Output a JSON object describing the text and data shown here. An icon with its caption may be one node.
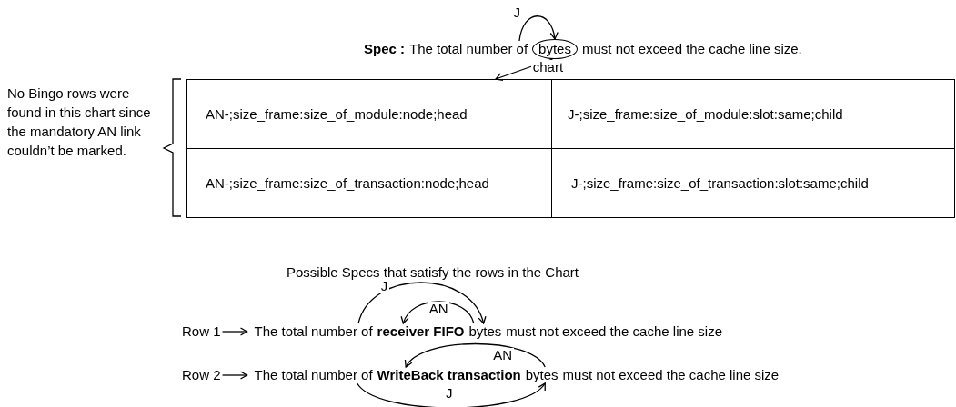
{
  "diagram": {
    "nodes": [
      {
        "text": [
          "The total number of"
        ]
      },
      {
        "text": [
          "bytes"
        ]
      },
      {
        "text": [
          "AN-;size_frame:size_of_module:node;head",
          "J-;size_frame:size_of_module:slot:same;child",
          "AN-;size_frame:size_of_transaction:node;head",
          "J-;size_frame:size_of_transaction:slot:same;child"
        ]
      },
      {
        "text": [
          "Row 1"
        ]
      },
      {
        "text": [
          "The total number of"
        ]
      },
      {
        "text": [
          "receiver FIFO"
        ]
      },
      {
        "text": [
          "bytes"
        ]
      },
      {
        "text": [
          "Row 2"
        ]
      },
      {
        "text": [
          "The total number of"
        ]
      },
      {
        "text": [
          "WriteBack transaction"
        ]
      },
      {
        "text": [
          "bytes"
        ]
      }
    ],
    "edges": [
      {
        "from": 0,
        "to": 1,
        "arrow": "to",
        "label": "J"
      },
      {
        "from": 1,
        "to": 2,
        "arrow": "to",
        "label": "chart"
      },
      {
        "from": 3,
        "to": 4,
        "arrow": "to"
      },
      {
        "from": 4,
        "to": 6,
        "arrow": "to",
        "label": "J"
      },
      {
        "from": 6,
        "to": 5,
        "arrow": "to",
        "label": "AN"
      },
      {
        "from": 7,
        "to": 8,
        "arrow": "to"
      },
      {
        "from": 10,
        "to": 9,
        "arrow": "to",
        "label": "AN"
      },
      {
        "from": 8,
        "to": 10,
        "arrow": "to",
        "label": "J"
      }
    ],
    "labels": [
      "Spec :",
      "must not exceed the cache line size.",
      "No Bingo rows were found in this chart since the mandatory AN link couldn’t be marked.",
      "Possible Specs that satisfy the rows in the Chart",
      "must not exceed the cache line size",
      "must not exceed the cache line size"
    ]
  }
}
